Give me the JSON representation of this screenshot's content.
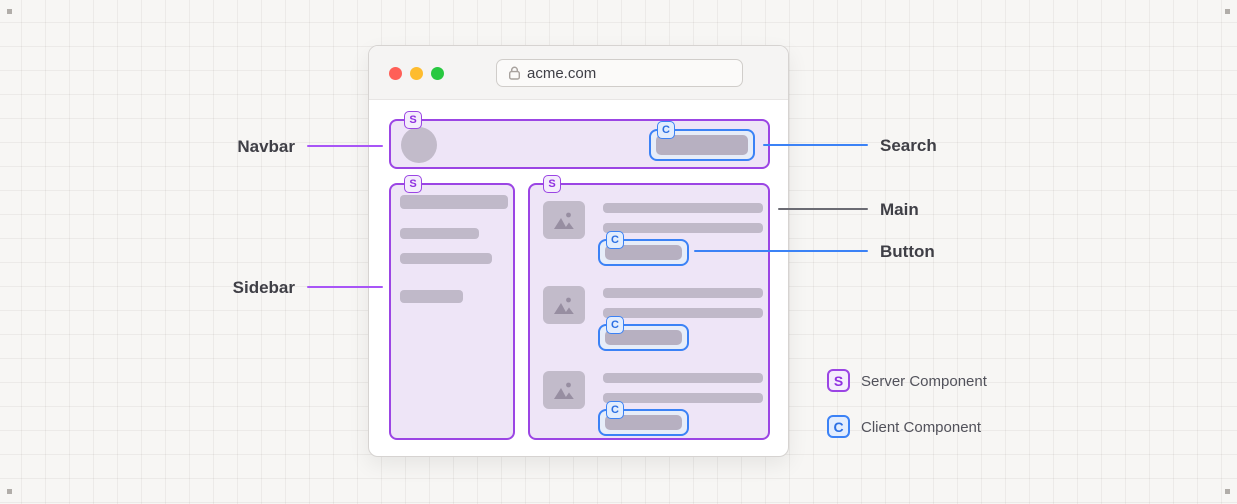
{
  "browser": {
    "url": "acme.com"
  },
  "badges": {
    "server": "S",
    "client": "C"
  },
  "annotations": {
    "navbar": "Navbar",
    "search": "Search",
    "main": "Main",
    "button": "Button",
    "sidebar": "Sidebar"
  },
  "legend": {
    "server_label": "Server Component",
    "client_label": "Client Component"
  },
  "colors": {
    "server_accent": "#9b45e4",
    "client_accent": "#3b82f6",
    "server_fill": "#eee5f7",
    "client_fill": "#e7edf9",
    "placeholder_bar": "#c0b9c9",
    "traffic_red": "#ff5f57",
    "traffic_yellow": "#febc2e",
    "traffic_green": "#28c840"
  }
}
